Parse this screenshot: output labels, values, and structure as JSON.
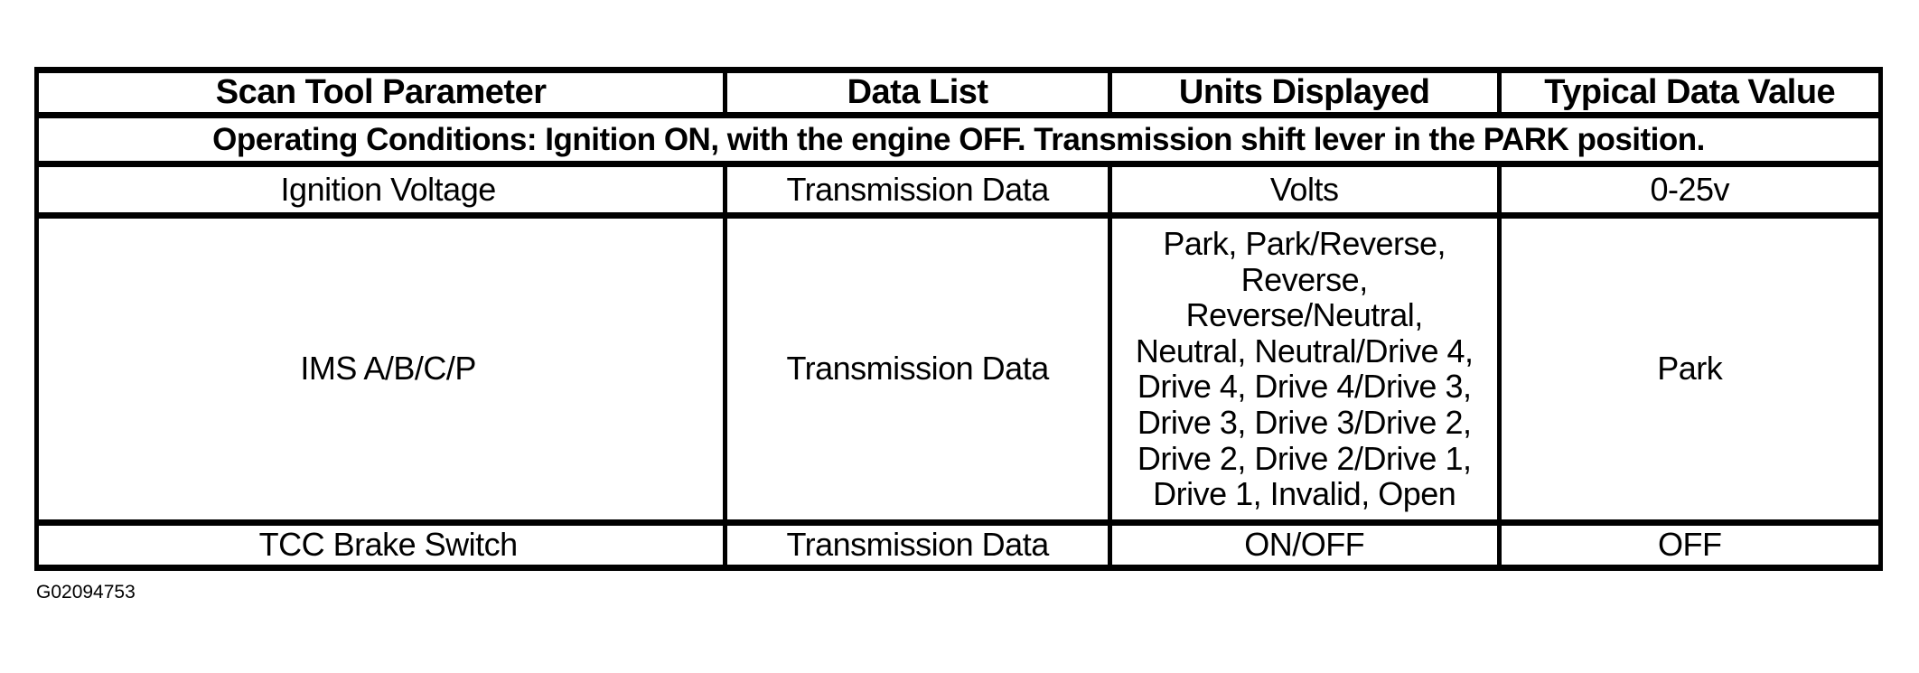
{
  "table": {
    "headers": [
      "Scan Tool Parameter",
      "Data List",
      "Units Displayed",
      "Typical Data Value"
    ],
    "operating_conditions": "Operating Conditions: Ignition ON, with the engine OFF. Transmission shift lever in the PARK position.",
    "rows": [
      {
        "parameter": "Ignition Voltage",
        "data_list": "Transmission Data",
        "units": "Volts",
        "typical_value": "0-25v"
      },
      {
        "parameter": "IMS A/B/C/P",
        "data_list": "Transmission Data",
        "units": "Park, Park/Reverse,\nReverse,\nReverse/Neutral,\nNeutral, Neutral/Drive 4,\nDrive 4, Drive 4/Drive 3,\nDrive 3, Drive 3/Drive 2,\nDrive 2, Drive 2/Drive 1,\nDrive 1, Invalid, Open",
        "typical_value": "Park"
      },
      {
        "parameter": "TCC Brake Switch",
        "data_list": "Transmission Data",
        "units": "ON/OFF",
        "typical_value": "OFF"
      }
    ],
    "figure_id": "G02094753"
  },
  "colors": {
    "background": "#ffffff",
    "border": "#000000",
    "text": "#000000"
  }
}
